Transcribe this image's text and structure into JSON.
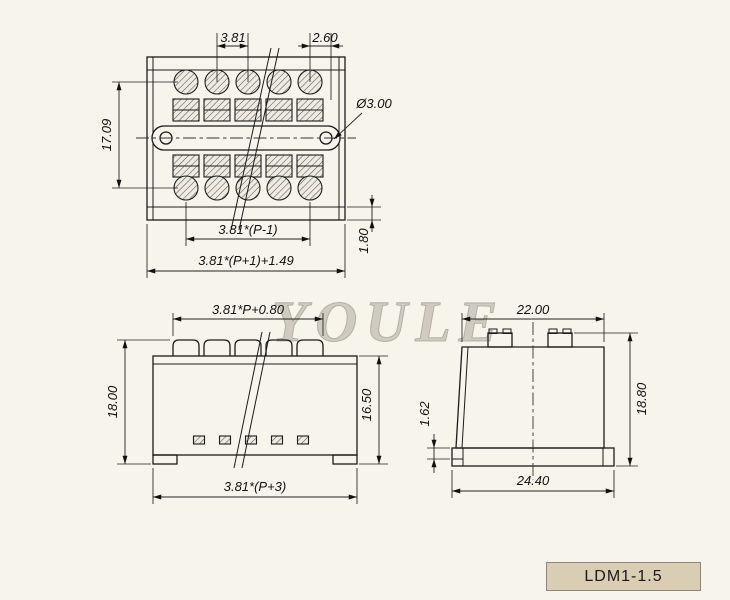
{
  "watermark": "YOULE",
  "title_block": {
    "model": "LDM1-1.5"
  },
  "top_view": {
    "dim_pitch": "3.81",
    "dim_end": "2.60",
    "dim_row_spacing": "17.09",
    "dim_hole": "Ø3.00",
    "dim_poles_span": "3.81*(P-1)",
    "dim_edge_offset": "1.80",
    "dim_total_width": "3.81*(P+1)+1.49"
  },
  "front_view": {
    "dim_top_width": "3.81*P+0.80",
    "dim_height_overall": "18.00",
    "dim_height_body": "16.50",
    "dim_bottom_width": "3.81*(P+3)"
  },
  "side_view": {
    "dim_width_top": "22.00",
    "dim_base_lip": "1.62",
    "dim_height": "18.80",
    "dim_width_base": "24.40"
  }
}
